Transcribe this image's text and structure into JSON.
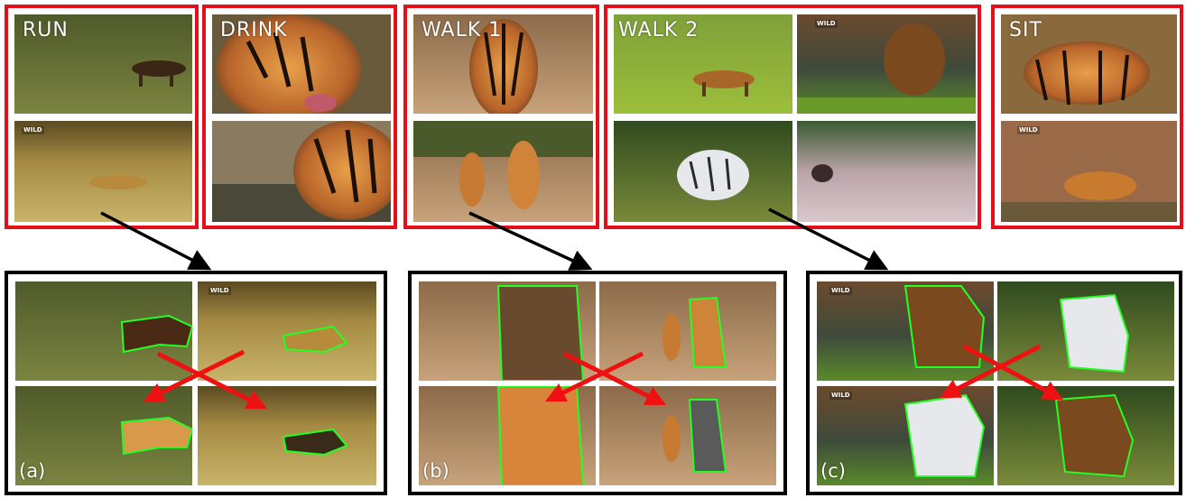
{
  "colors": {
    "frame_red": "#e3101c",
    "frame_black": "#000000",
    "outline_green": "#22ff22",
    "swap_red": "#ee1111"
  },
  "action_groups": [
    {
      "label": "RUN"
    },
    {
      "label": "DRINK"
    },
    {
      "label": "WALK 1"
    },
    {
      "label": "WALK 2"
    },
    {
      "label": "SIT"
    }
  ],
  "result_panels": [
    {
      "label": "(a)"
    },
    {
      "label": "(b)"
    },
    {
      "label": "(c)"
    }
  ],
  "watermark": "WILD"
}
